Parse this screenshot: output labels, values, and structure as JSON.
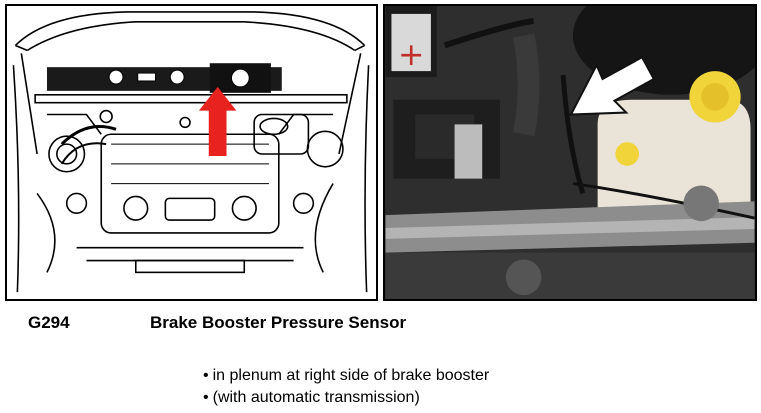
{
  "figure": {
    "left_image": {
      "subject": "engine-bay-line-drawing",
      "marker_color": "#e8231f"
    },
    "right_image": {
      "subject": "engine-bay-photo",
      "marker_color": "#ffffff"
    }
  },
  "component": {
    "code": "G294",
    "name": "Brake Booster Pressure Sensor"
  },
  "notes": {
    "bullet_symbol": "•",
    "items": [
      "in plenum at right side of brake booster",
      "(with automatic transmission)"
    ]
  }
}
